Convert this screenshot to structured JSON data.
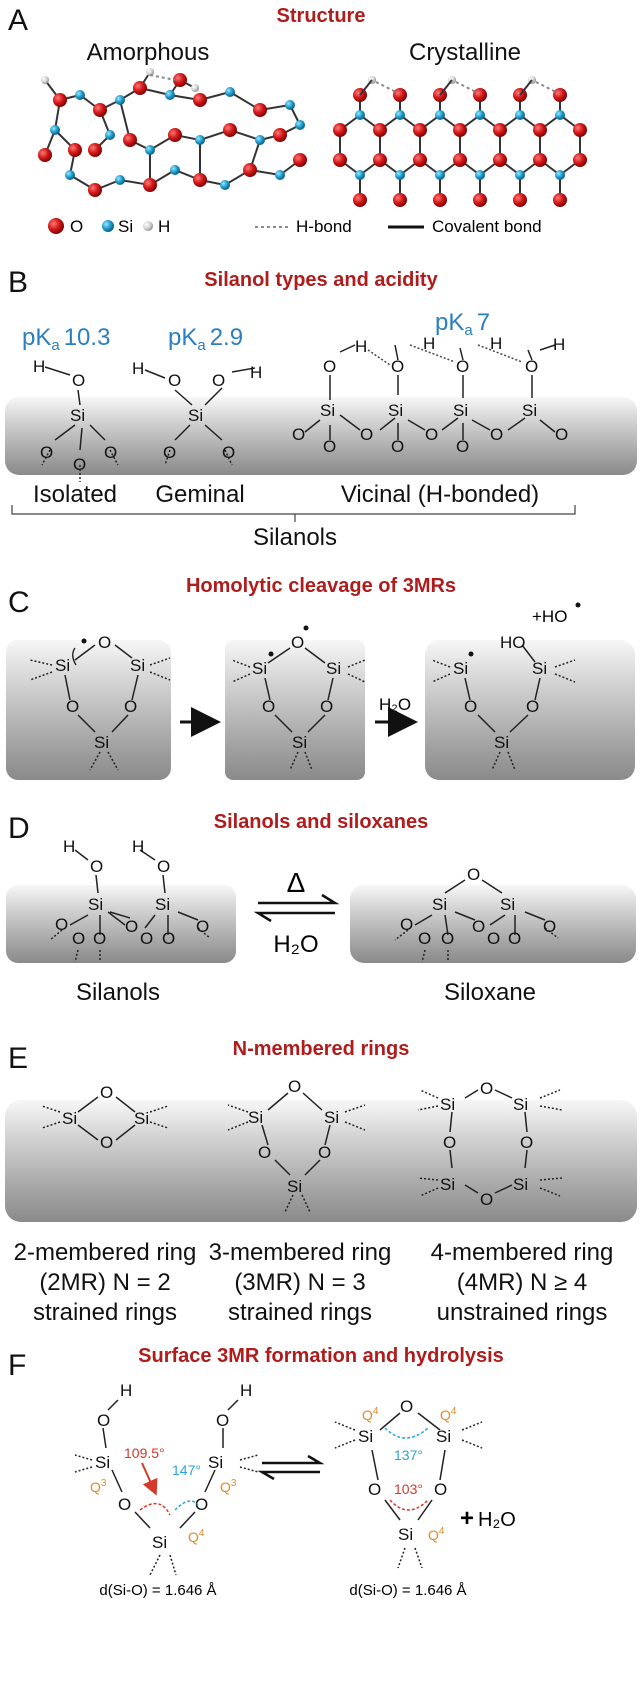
{
  "panels": {
    "A": {
      "letter": "A",
      "title": "Structure",
      "amorphous": "Amorphous",
      "crystalline": "Crystalline",
      "legend": {
        "o": "O",
        "si": "Si",
        "h": "H",
        "hbond": "H-bond",
        "covalent": "Covalent bond"
      }
    },
    "B": {
      "letter": "B",
      "title": "Silanol types and acidity",
      "pka1": "10.3",
      "pka2": "2.9",
      "pka3": "7",
      "pk": "pK",
      "a": "a",
      "isolated": "Isolated",
      "geminal": "Geminal",
      "vicinal": "Vicinal (H-bonded)",
      "silanols": "Silanols"
    },
    "C": {
      "letter": "C",
      "title": "Homolytic cleavage of 3MRs",
      "h2o": "H₂O",
      "ho": "+HO"
    },
    "D": {
      "letter": "D",
      "title": "Silanols and siloxanes",
      "delta": "Δ",
      "h2o": "H₂O",
      "silanols": "Silanols",
      "siloxane": "Siloxane"
    },
    "E": {
      "letter": "E",
      "title": "N-membered rings",
      "rings": [
        {
          "l1": "2-membered ring",
          "l2": "(2MR) N = 2",
          "l3": "strained rings"
        },
        {
          "l1": "3-membered ring",
          "l2": "(3MR) N = 3",
          "l3": "strained rings"
        },
        {
          "l1": "4-membered ring",
          "l2": "(4MR) N ≥ 4",
          "l3": "unstrained rings"
        }
      ]
    },
    "F": {
      "letter": "F",
      "title": "Surface 3MR formation and hydrolysis",
      "angle1": "109.5°",
      "angle2": "147°",
      "angle3": "137°",
      "angle4": "103°",
      "q3": "Q",
      "q3sup": "3",
      "q4sup": "4",
      "dist": "d(Si-O) = 1.646 Å",
      "plus_h2o": "H₂O",
      "plus": "+"
    }
  },
  "atoms": {
    "si": "Si",
    "o": "O",
    "h": "H"
  },
  "colors": {
    "title_red": "#b01c1c",
    "pka_blue": "#2a7fc0",
    "oxygen": "#cc1a1a",
    "silicon": "#22a0d0",
    "q_orange": "#e08a2c"
  }
}
